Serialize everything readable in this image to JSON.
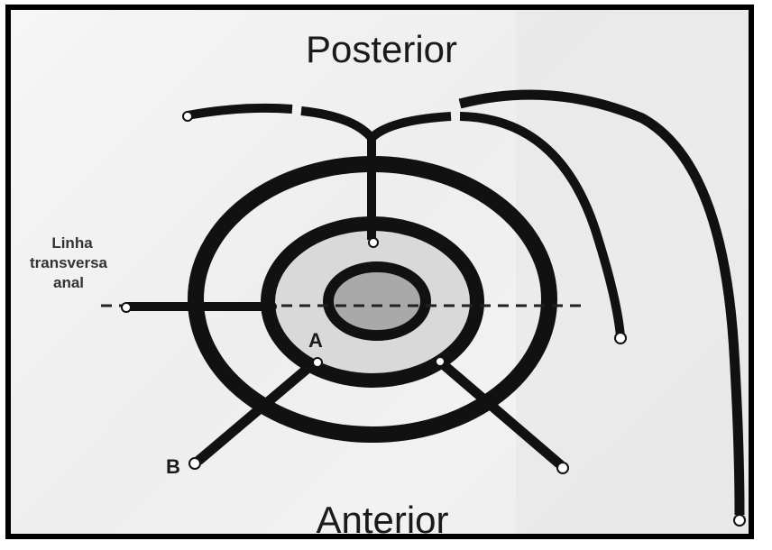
{
  "labels": {
    "posterior": "Posterior",
    "anterior": "Anterior",
    "transverse_line": [
      "Linha",
      "transversa",
      "anal"
    ],
    "point_a": "A",
    "point_b": "B"
  },
  "colors": {
    "stroke": "#111111",
    "inner_ring_fill": "#d9d9d9",
    "center_fill": "#a9a9a9",
    "background": "#f1f1f1",
    "frame": "#000000"
  }
}
